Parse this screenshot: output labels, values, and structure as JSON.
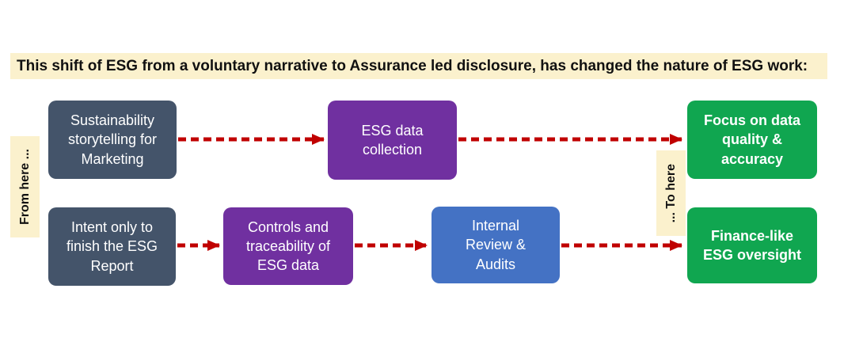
{
  "title": "This shift of ESG from a voluntary narrative to Assurance led disclosure, has changed the nature of ESG work:",
  "side_labels": {
    "from": "From here ...",
    "to": "... To here"
  },
  "boxes": [
    {
      "name": "sustainability-storytelling",
      "text": "Sustainability\nstorytelling for\nMarketing",
      "color": "#44546A"
    },
    {
      "name": "esg-data-collection",
      "text": "ESG data\ncollection",
      "color": "#7030A0"
    },
    {
      "name": "focus-data-quality",
      "text": "Focus on data\nquality &\naccuracy",
      "color": "#10A650"
    },
    {
      "name": "intent-finish-esg-report",
      "text": "Intent only to\nfinish the ESG\nReport",
      "color": "#44546A"
    },
    {
      "name": "controls-traceability",
      "text": "Controls and\ntraceability of\nESG data",
      "color": "#7030A0"
    },
    {
      "name": "internal-review-audits",
      "text": "Internal\nReview &\nAudits",
      "color": "#4472C4"
    },
    {
      "name": "finance-like-oversight",
      "text": "Finance-like\nESG oversight",
      "color": "#10A650"
    }
  ],
  "connections": [
    {
      "from": "sustainability-storytelling",
      "to": "esg-data-collection"
    },
    {
      "from": "esg-data-collection",
      "to": "focus-data-quality"
    },
    {
      "from": "intent-finish-esg-report",
      "to": "controls-traceability"
    },
    {
      "from": "controls-traceability",
      "to": "internal-review-audits"
    },
    {
      "from": "internal-review-audits",
      "to": "finance-like-oversight"
    }
  ],
  "colors": {
    "highlight_bg": "#FBF1CD",
    "slate": "#44546A",
    "purple": "#7030A0",
    "blue": "#4472C4",
    "green": "#10A650",
    "arrow_red": "#C00000",
    "box_text": "#FFFFFF",
    "title_text": "#111111"
  }
}
